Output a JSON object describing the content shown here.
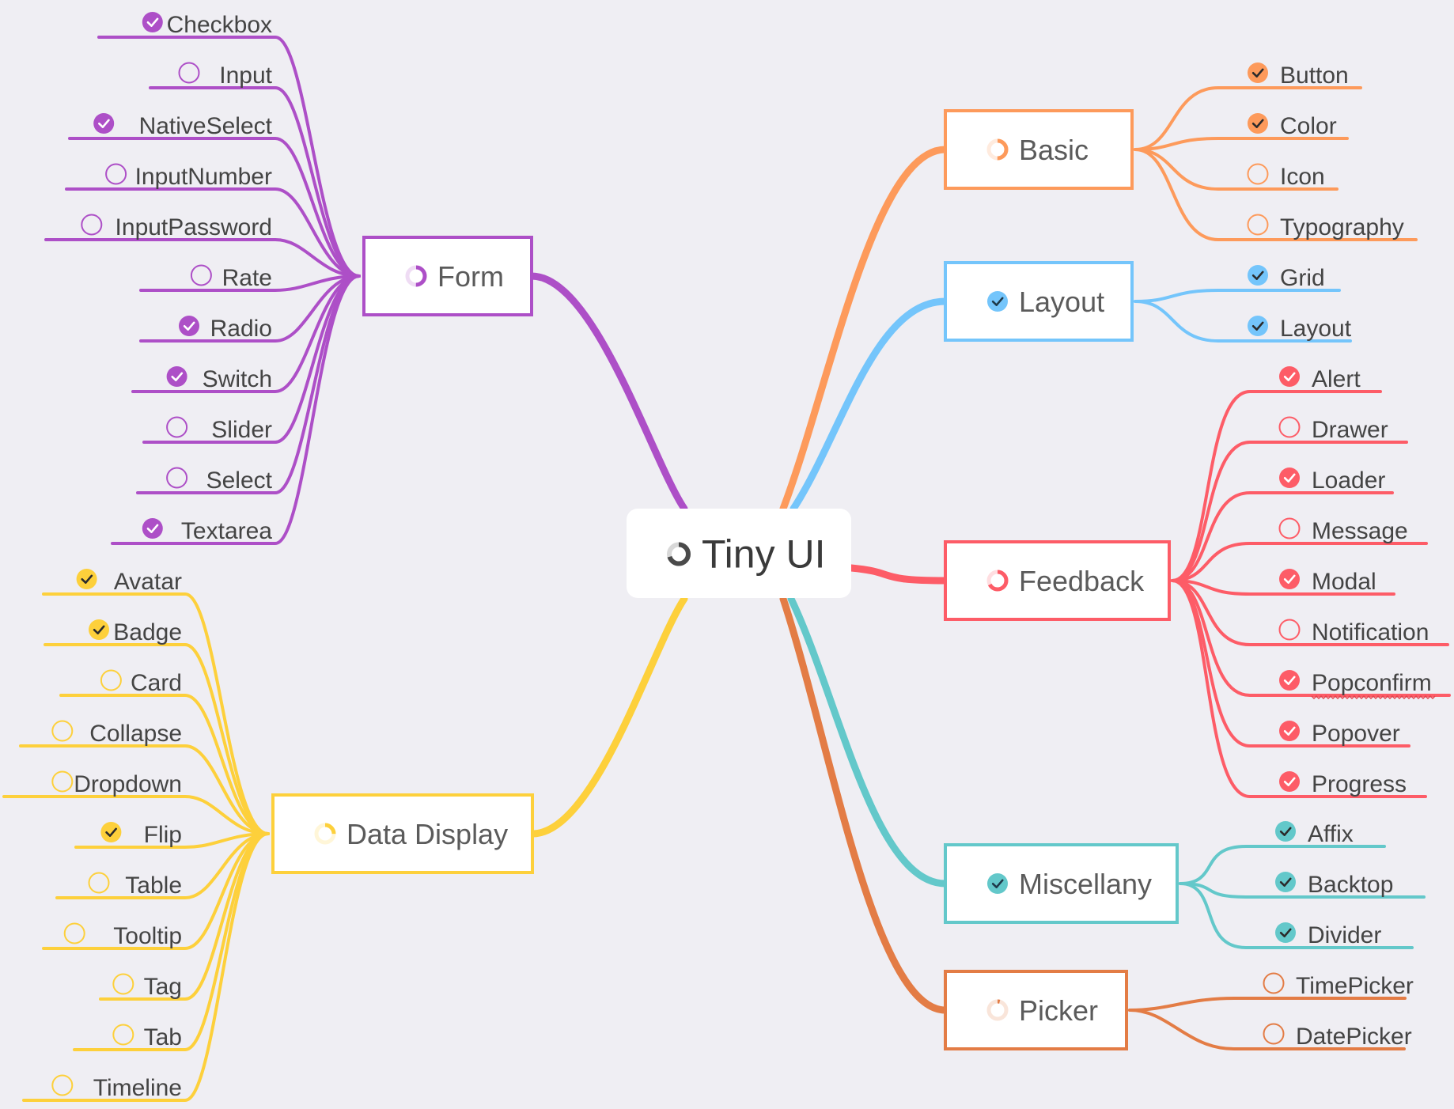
{
  "root": {
    "label": "Tiny UI",
    "progress": 0.7
  },
  "branches": [
    {
      "key": "form",
      "label": "Form",
      "color": "#ad4fc7",
      "progress": 0.5,
      "status_icon": "progress-ring-icon",
      "items": [
        {
          "label": "Checkbox",
          "done": true
        },
        {
          "label": "Input",
          "done": false
        },
        {
          "label": "NativeSelect",
          "done": true
        },
        {
          "label": "InputNumber",
          "done": false
        },
        {
          "label": "InputPassword",
          "done": false
        },
        {
          "label": "Rate",
          "done": false
        },
        {
          "label": "Radio",
          "done": true
        },
        {
          "label": "Switch",
          "done": true
        },
        {
          "label": "Slider",
          "done": false
        },
        {
          "label": "Select",
          "done": false
        },
        {
          "label": "Textarea",
          "done": true
        }
      ]
    },
    {
      "key": "data-display",
      "label": "Data Display",
      "color": "#fdd03b",
      "progress": 0.25,
      "status_icon": "progress-ring-icon",
      "items": [
        {
          "label": "Avatar",
          "done": true
        },
        {
          "label": "Badge",
          "done": true
        },
        {
          "label": "Card",
          "done": false
        },
        {
          "label": "Collapse",
          "done": false
        },
        {
          "label": "Dropdown",
          "done": false
        },
        {
          "label": "Flip",
          "done": true
        },
        {
          "label": "Table",
          "done": false
        },
        {
          "label": "Tooltip",
          "done": false
        },
        {
          "label": "Tag",
          "done": false
        },
        {
          "label": "Tab",
          "done": false
        },
        {
          "label": "Timeline",
          "done": false
        }
      ]
    },
    {
      "key": "basic",
      "label": "Basic",
      "color": "#fd9a5b",
      "progress": 0.5,
      "status_icon": "progress-ring-icon",
      "items": [
        {
          "label": "Button",
          "done": true
        },
        {
          "label": "Color",
          "done": true
        },
        {
          "label": "Icon",
          "done": false
        },
        {
          "label": "Typography",
          "done": false
        }
      ]
    },
    {
      "key": "layout",
      "label": "Layout",
      "color": "#74c5fb",
      "progress": 1,
      "status_icon": "check-circle-icon",
      "items": [
        {
          "label": "Grid",
          "done": true
        },
        {
          "label": "Layout",
          "done": true
        }
      ]
    },
    {
      "key": "feedback",
      "label": "Feedback",
      "color": "#fd5c67",
      "progress": 0.67,
      "status_icon": "progress-ring-icon",
      "items": [
        {
          "label": "Alert",
          "done": true
        },
        {
          "label": "Drawer",
          "done": false
        },
        {
          "label": "Loader",
          "done": true
        },
        {
          "label": "Message",
          "done": false
        },
        {
          "label": "Modal",
          "done": true
        },
        {
          "label": "Notification",
          "done": false
        },
        {
          "label": "Popconfirm",
          "done": true,
          "spellcheck": true
        },
        {
          "label": "Popover",
          "done": true
        },
        {
          "label": "Progress",
          "done": true
        }
      ]
    },
    {
      "key": "miscellany",
      "label": "Miscellany",
      "color": "#63c8ca",
      "progress": 1,
      "status_icon": "check-circle-icon",
      "items": [
        {
          "label": "Affix",
          "done": true
        },
        {
          "label": "Backtop",
          "done": true
        },
        {
          "label": "Divider",
          "done": true
        }
      ]
    },
    {
      "key": "picker",
      "label": "Picker",
      "color": "#e37c45",
      "progress": 0.03,
      "status_icon": "progress-ring-icon",
      "items": [
        {
          "label": "TimePicker",
          "done": false
        },
        {
          "label": "DatePicker",
          "done": false
        }
      ]
    }
  ]
}
